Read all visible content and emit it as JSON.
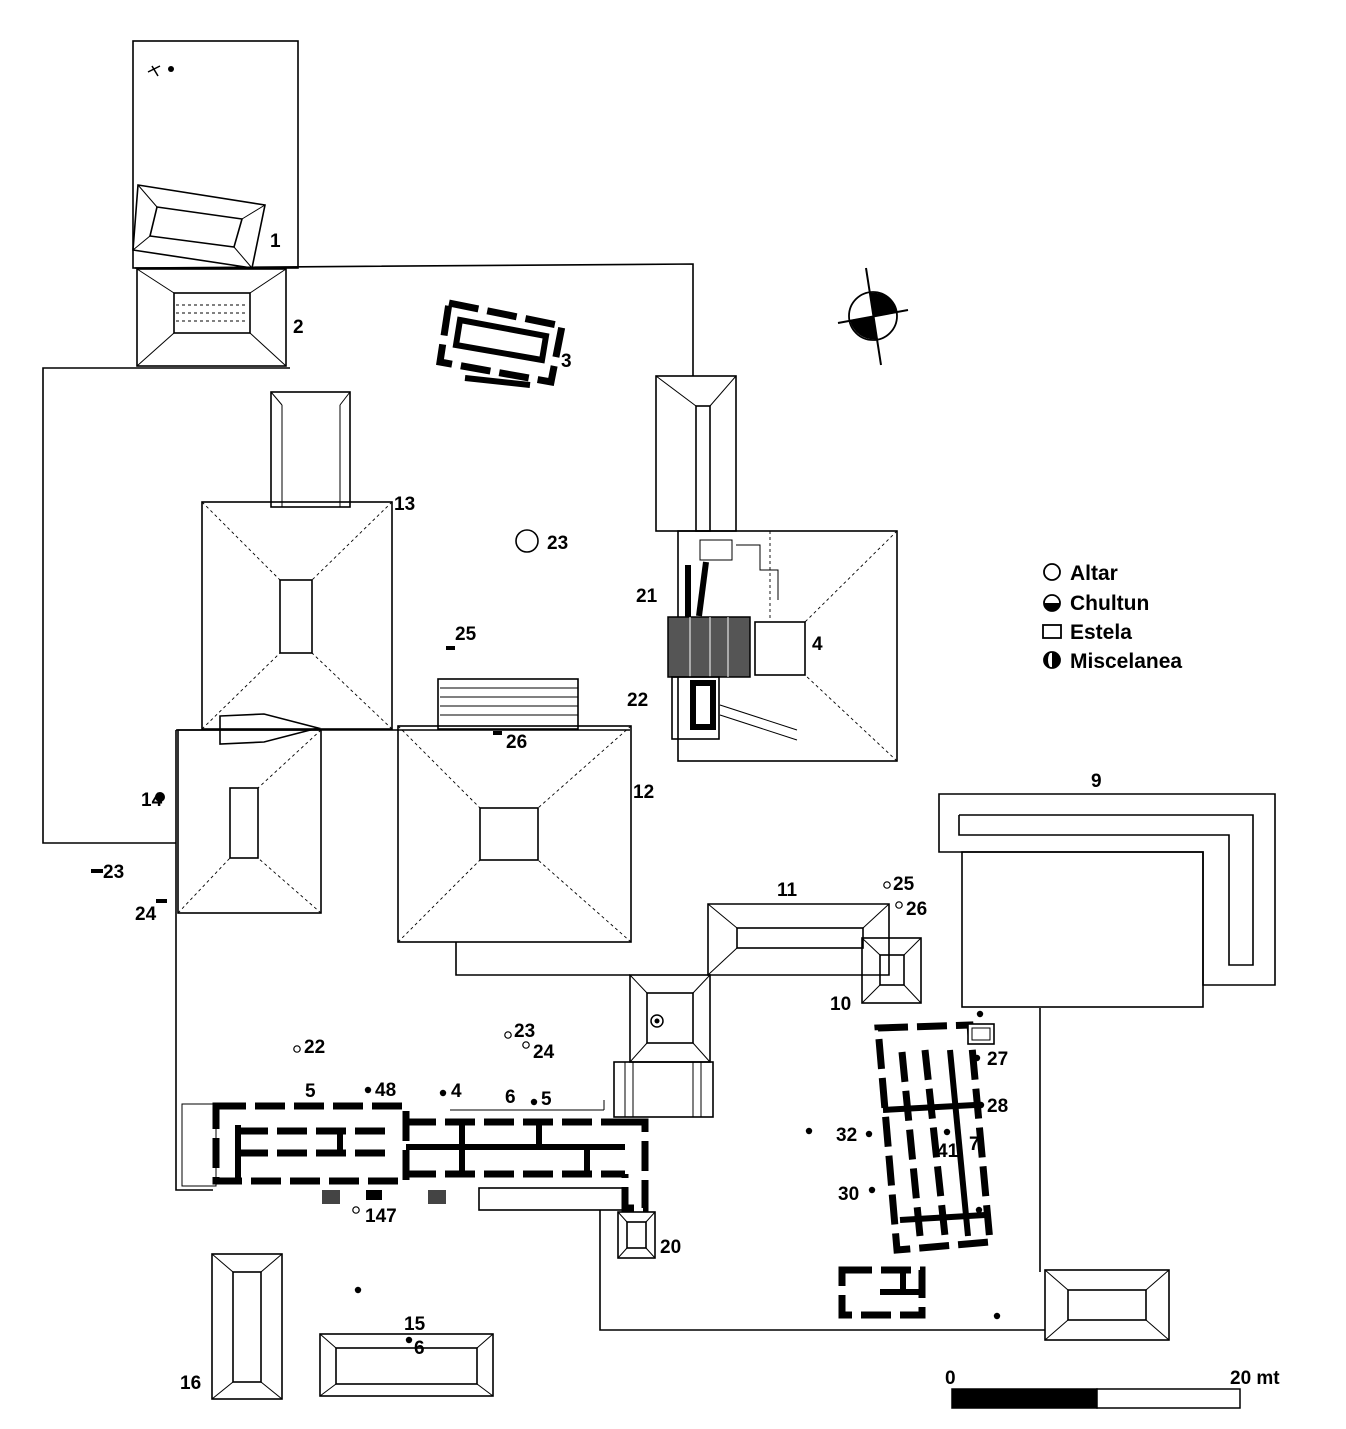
{
  "legend": {
    "altar": "Altar",
    "chultun": "Chultun",
    "estela": "Estela",
    "miscelanea": "Miscelanea"
  },
  "scale": {
    "start": "0",
    "end": "20 mt"
  },
  "icons": {
    "north_arrow": "north-arrow-icon",
    "altar": "circle-outline",
    "chultun": "half-filled-circle",
    "estela": "rectangle-outline",
    "miscelanea": "vertically-half-filled-circle"
  },
  "colors": {
    "ink": "#000000",
    "paper": "#ffffff"
  },
  "structures": {
    "s1": "1",
    "s2": "2",
    "s3": "3",
    "s4": "4",
    "s5": "5",
    "s6": "6",
    "s9": "9",
    "s10": "10",
    "s11": "11",
    "s12": "12",
    "s13": "13",
    "s15": "15",
    "s16": "16",
    "s20": "20",
    "s21": "21",
    "s22": "22"
  },
  "monuments": {
    "altar_23_plaza": "23",
    "estela_25_plaza": "25",
    "estela_26_plaza": "26",
    "misc_14": "14",
    "estela_23_west": "23",
    "estela_24_west": "24",
    "altar_25_east": "25",
    "altar_26_east": "26",
    "altar_22_south": "22",
    "altar_23_south": "23",
    "altar_24_south": "24",
    "chultun_48": "48",
    "chultun_4": "4",
    "chultun_5": "5",
    "altar_147": "147",
    "chultun_6": "6",
    "chultun_27": "27",
    "chultun_28": "28",
    "chultun_32": "32",
    "chultun_41": "41",
    "num_7": "7",
    "chultun_30": "30"
  }
}
